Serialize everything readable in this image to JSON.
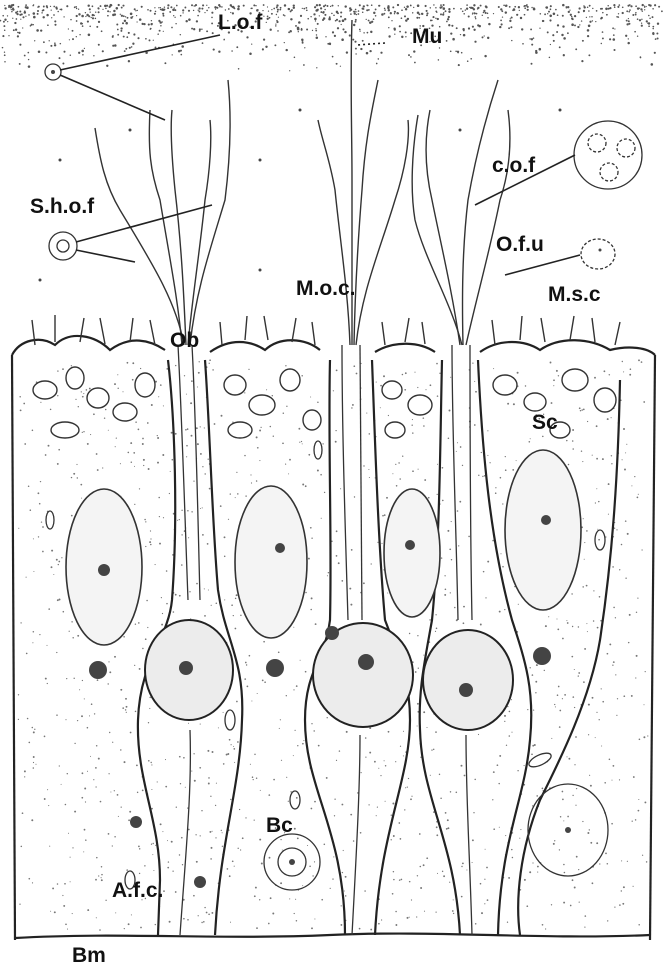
{
  "labels": {
    "lof": "L.o.f",
    "mu": "Mu",
    "cof": "c.o.f",
    "shof": "S.h.o.f",
    "ofu": "O.f.u",
    "moc": "M.o.c.",
    "msc": "M.s.c",
    "ob": "Ob",
    "sc": "Sc",
    "bc": "Bc",
    "afc": "A.f.c.",
    "bm": "Bm"
  },
  "colors": {
    "ink": "#222222",
    "background": "#ffffff",
    "stipple": "#555555"
  }
}
